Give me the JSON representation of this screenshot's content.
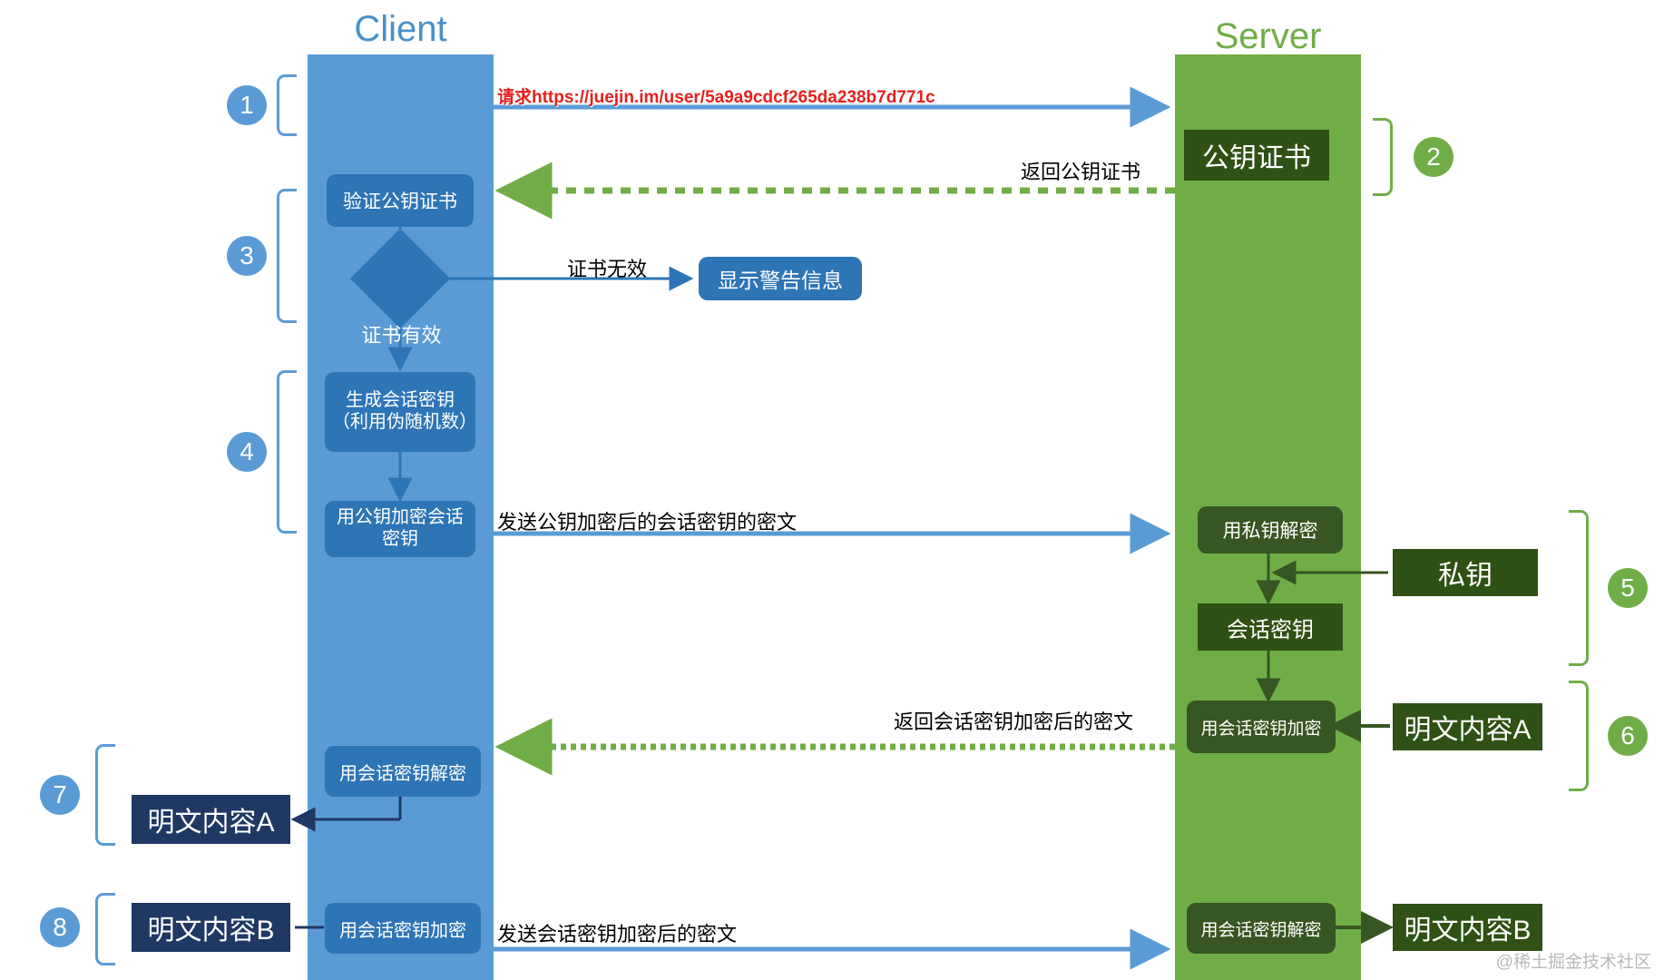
{
  "lanes": {
    "client": {
      "title": "Client",
      "color": "#5b9bd5"
    },
    "server": {
      "title": "Server",
      "color": "#70ad47"
    }
  },
  "steps": [
    {
      "n": "1",
      "color": "blue"
    },
    {
      "n": "2",
      "color": "green"
    },
    {
      "n": "3",
      "color": "blue"
    },
    {
      "n": "4",
      "color": "blue"
    },
    {
      "n": "5",
      "color": "green"
    },
    {
      "n": "6",
      "color": "green"
    },
    {
      "n": "7",
      "color": "blue"
    },
    {
      "n": "8",
      "color": "blue"
    }
  ],
  "client_nodes": {
    "verify_cert": "验证公钥证书",
    "decision_label": "证书有效",
    "gen_session_key": "生成会话密钥（利用伪随机数）",
    "encrypt_with_pubkey": "用公钥加密会话密钥",
    "decrypt_with_session_key": "用会话密钥解密",
    "plaintext_a": "明文内容A",
    "plaintext_b": "明文内容B",
    "encrypt_with_session_key": "用会话密钥加密",
    "show_warning": "显示警告信息"
  },
  "server_nodes": {
    "public_key_cert": "公钥证书",
    "decrypt_with_privkey": "用私钥解密",
    "private_key": "私钥",
    "session_key": "会话密钥",
    "encrypt_with_session_key": "用会话密钥加密",
    "plaintext_a": "明文内容A",
    "decrypt_with_session_key": "用会话密钥解密",
    "plaintext_b": "明文内容B"
  },
  "flow_labels": {
    "request_url": "请求https://juejin.im/user/5a9a9cdcf265da238b7d771c",
    "return_cert": "返回公钥证书",
    "cert_invalid": "证书无效",
    "send_encrypted_session_key": "发送公钥加密后的会话密钥的密文",
    "return_encrypted_content": "返回会话密钥加密后的密文",
    "send_encrypted_content": "发送会话密钥加密后的密文"
  },
  "watermark": "@稀土掘金技术社区",
  "colors": {
    "client_lane": "#5b9bd5",
    "server_lane": "#70ad47",
    "client_box": "#2e75b6",
    "client_flat_box": "#1f3864",
    "server_box": "#375623",
    "arrow_blue": "#5b9bd5",
    "arrow_green": "#70ad47",
    "url_red": "#e8201e"
  }
}
